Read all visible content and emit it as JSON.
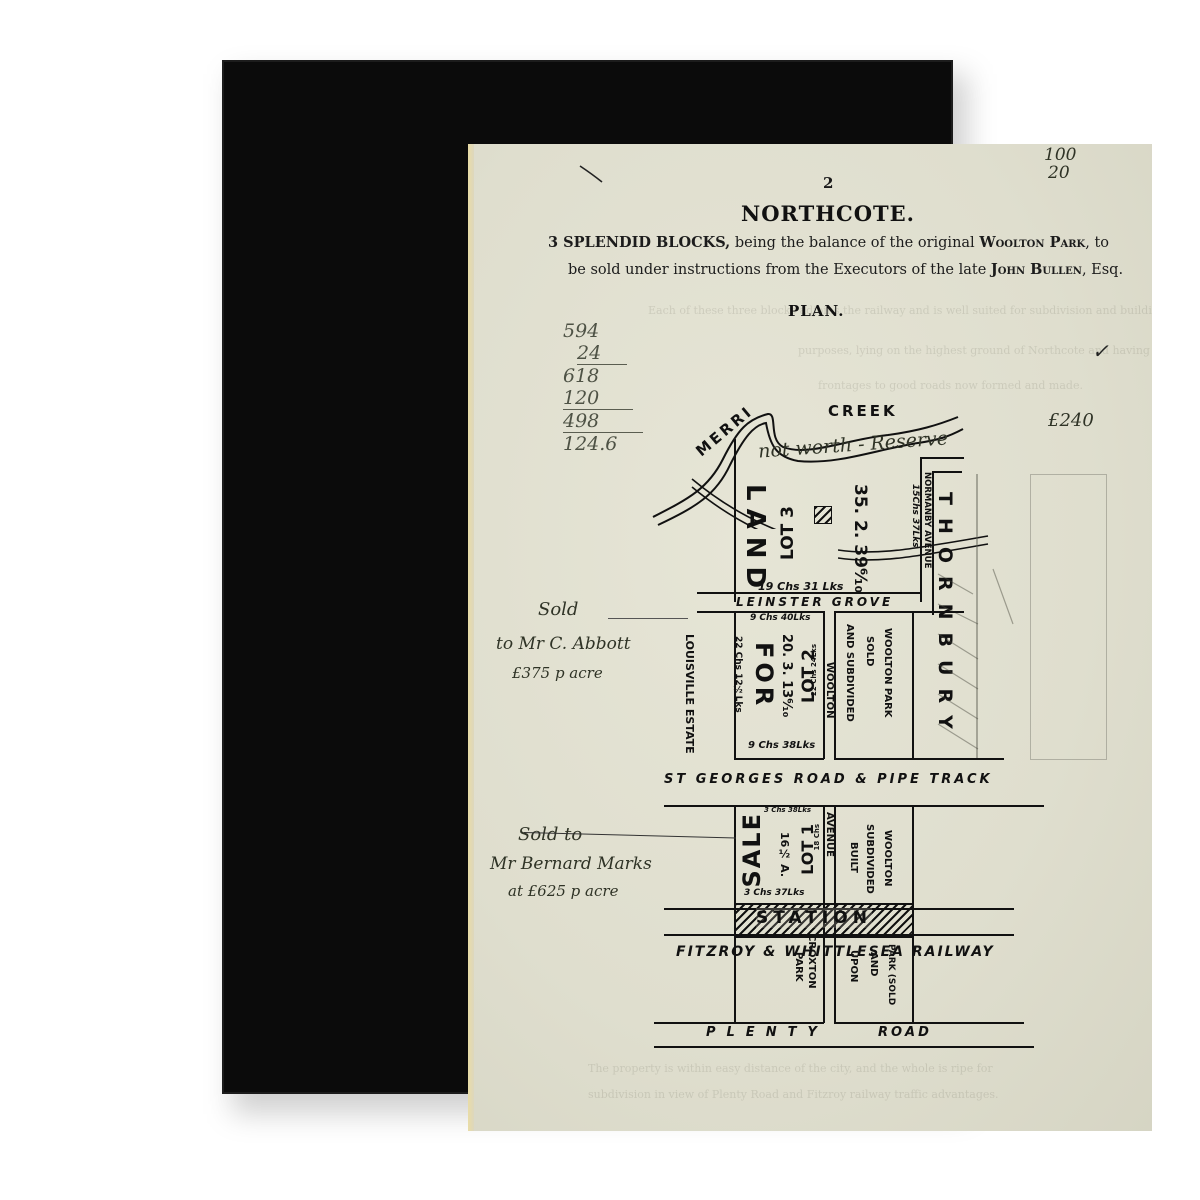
{
  "document": {
    "page_number": "2",
    "title": "NORTHCOTE.",
    "subtitle_line1_prefix": "3 SPLENDID BLOCKS,",
    "subtitle_line1_mid": " being the balance of the original ",
    "subtitle_line1_emph": "Woolton Park",
    "subtitle_line1_suffix": ", to",
    "subtitle_line2_prefix": "be sold under instructions from the Executors of the late ",
    "subtitle_line2_emph": "John Bullen",
    "subtitle_line2_suffix": ", Esq.",
    "plan_heading": "PLAN."
  },
  "handwritten": {
    "corner_numbers": [
      "100",
      "20"
    ],
    "calculation": [
      "594",
      "24",
      "618",
      "120",
      "498",
      "124.6"
    ],
    "creek_note": "not worth - Reserve",
    "reserve_price": "£240",
    "checkmark": "✓",
    "sold_note_1": [
      "Sold",
      "to Mr C. Abbott",
      "£375 p acre"
    ],
    "sold_note_2": [
      "Sold to",
      "Mr Bernard Marks",
      "at £625 p acre"
    ]
  },
  "map": {
    "creek_label_1": "MERRI",
    "creek_label_2": "CREEK",
    "lot3": {
      "label": "LOT 3",
      "area": "35. 2. 39⁶⁄₁₀",
      "width": "19 Chs  31 Lks",
      "side_label": "LAND"
    },
    "normanby": {
      "label": "NORMANBY AVENUE",
      "dim": "15Chs 37Lks"
    },
    "thornbury": "THORNBURY",
    "leinster_grove": "LEINSTER   GROVE",
    "lot2": {
      "label": "LOT 2",
      "area": "20. 3. 13⁶⁄₁₀",
      "top_dim": "9 Chs 40Lks",
      "bottom_dim": "9 Chs 38Lks",
      "side_dim": "22 Chs  12½Lks",
      "inner_dim": "22 Chs 24Lks",
      "side_label": "FOR"
    },
    "louisville": "LOUISVILLE ESTATE",
    "wolton_strip": "WOOLTON",
    "woolton_park_sold": [
      "WOOLTON PARK",
      "SOLD",
      "AND SUBDIVIDED"
    ],
    "st_georges_road": "ST  GEORGES   ROAD  &  PIPE  TRACK",
    "lot1": {
      "label": "LOT 1",
      "area": "16½ A.",
      "top_dim": "3 Chs 38Lks",
      "bottom_dim": "3 Chs 37Lks",
      "side_dim": "18 Chs",
      "side_label": "SALE"
    },
    "avenue": "AVENUE",
    "woolton_built": [
      "WOOLTON",
      "SUBDIVIDED",
      "BUILT"
    ],
    "station": "STATION",
    "railway": "FITZROY & WHITTLESEA RAILWAY",
    "croxton_park": [
      "CROXTON",
      "PARK"
    ],
    "lower_right": [
      "PARK (SOLD",
      "AND",
      "UPON"
    ],
    "plenty_road_1": "PLENTY",
    "plenty_road_2": "ROAD"
  },
  "colors": {
    "frame": "#0b0b0b",
    "paper": "#dfdece",
    "ink": "#111111",
    "handwriting": "#2f3326"
  }
}
